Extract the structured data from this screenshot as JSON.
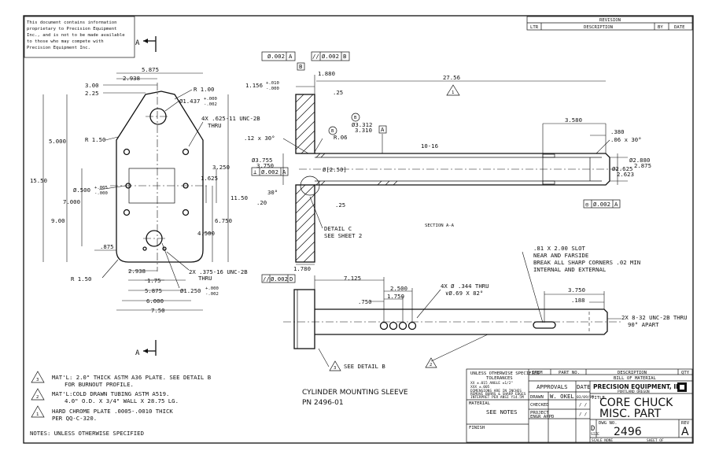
{
  "disclaimer": [
    "This document contains information",
    "proprietary to Precision Equipment",
    "Inc., and is not to be made available",
    "to those who may compete with",
    "Precision Equipment Inc."
  ],
  "revision_block": {
    "title": "REVISION",
    "columns": [
      "LTR",
      "DESCRIPTION",
      "BY",
      "DATE"
    ]
  },
  "section_markers": {
    "letter": "A"
  },
  "plate_view": {
    "dims": {
      "w_5875_top": "5.875",
      "w_2938_top": "2.938",
      "w_300": "3.00",
      "w_225": "2.25",
      "r_100": "R 1.00",
      "dia_1437": "Ø1.437",
      "dia_1437_tol_plus": "+.000",
      "dia_1437_tol_minus": "-.002",
      "holes_625": "4X .625-11 UNC-2B",
      "holes_625_thru": "THRU",
      "h_500": "5.000",
      "r_150_top": "R 1.50",
      "h_3250": "3.250",
      "h_1625": "1.625",
      "h_1550": "15.50",
      "dia_500": "Ø.500",
      "dia_500_tol_plus": "+.005",
      "dia_500_tol_minus": "-.000",
      "h_7000": "7.000",
      "h_1150": "11.50",
      "h_6750": "6.750",
      "h_900": "9.00",
      "h_4500": "4.500",
      "h_875": ".875",
      "holes_375": "2X .375-16 UNC-2B",
      "holes_375_thru": "THRU",
      "w_2938_bot": "2.938",
      "r_150_bot": "R 1.50",
      "w_175": "1.75",
      "dia_1250": "Ø1.250",
      "dia_1250_tol_plus": "+.000",
      "dia_1250_tol_minus": "-.002",
      "w_5875_bot": "5.875",
      "w_6000": "6.000",
      "w_750": "7.50"
    }
  },
  "section_view": {
    "label": "SECTION A-A",
    "fcf_top_left": [
      "Ø.002",
      "A"
    ],
    "fcf_top_mid": [
      "//",
      "Ø.002",
      "B"
    ],
    "datum_b": "B",
    "datum_a": "A",
    "fcf_left_perp": [
      "⊥",
      "Ø.002",
      "A"
    ],
    "fcf_right": [
      "Ø.002",
      "A"
    ],
    "dims": {
      "d_1880": "1.880",
      "d_1156": "1.156",
      "d_1156_tol_plus": "+.010",
      "d_1156_tol_minus": "-.000",
      "d_2756": "27.56",
      "d_25": ".25",
      "d_3312": "Ø3.312",
      "d_3310": "3.310",
      "r_06": "R.06",
      "d_12x30": ".12 x 30°",
      "d_3755": "Ø3.755",
      "d_3750": "3.750",
      "d_2500": "Ø[2.50]",
      "finish": "10-16",
      "d_3580": "3.580",
      "d_380": ".380",
      "d_06x30": ".06 x 30°",
      "d_2880": "Ø2.880",
      "d_2875": "2.875",
      "d_2625": "Ø2.625",
      "d_2623": "2.623",
      "a_30": "30°",
      "d_20": ".20",
      "d_25b": ".25",
      "d_1780": "1.780",
      "detail_c": "DETAIL C",
      "see_sheet": "SEE SHEET 2"
    },
    "balloons": {
      "b1": "B",
      "b2": "B",
      "note1": "1"
    }
  },
  "sleeve_view": {
    "fcf": [
      "//",
      "Ø.002",
      "D"
    ],
    "dims": {
      "d_7125": "7.125",
      "d_2500": "2.500",
      "d_1750": "1.750",
      "d_750": ".750",
      "holes": "4X Ø .344 THRU",
      "cbore": "∨Ø.69 X 82°",
      "slot_1": ".81 X 2.00 SLOT",
      "slot_2": "NEAR AND FARSIDE",
      "slot_3": "BREAK ALL SHARP CORNERS .02 MIN",
      "slot_4": "INTERNAL AND EXTERNAL",
      "d_3750": "3.750",
      "d_188": ".188",
      "tap_1": "2X 8-32 UNC-2B THRU",
      "tap_2": "90° APART"
    },
    "see_detail": "SEE DETAIL B",
    "balloon_3": "3",
    "balloon_2": "2"
  },
  "notes": [
    {
      "num": "3",
      "lines": [
        "MAT'L: 2.0\" THICK ASTM A36 PLATE.  SEE DETAIL B",
        "FOR BURNOUT PROFILE."
      ]
    },
    {
      "num": "2",
      "lines": [
        "MAT'L:COLD DRAWN TUBING ASTM A519.",
        "4.0\" O.D. X 3/4\" WALL X 28.75 LG."
      ]
    },
    {
      "num": "1",
      "lines": [
        "HARD CHROME PLATE .0005-.0010 THICK",
        "PER QQ-C-320."
      ]
    }
  ],
  "notes_footer": "NOTES: UNLESS OTHERWISE SPECIFIED",
  "part_caption": {
    "title": "CYLINDER MOUNTING SLEEVE",
    "pn": "PN 2496-01"
  },
  "title_block": {
    "tol_header": "UNLESS OTHERWISE SPECIFIED",
    "tol_sub": "TOLERANCES",
    "tol_lines": [
      "XX ±.015  ANGLE ±1/2°",
      "XXX ±.005",
      "DIMENSIONS ARE IN INCHES",
      "REMOVE BURRS & SHARP EDGES",
      "INTERPRET PER ANSI Y14.5M"
    ],
    "material_label": "MATERIAL",
    "material_value": "SEE NOTES",
    "finish_label": "FINISH",
    "approvals": "APPROVALS",
    "date": "DATE",
    "drawn": "DRAWN",
    "drawn_by": "W. OKEL",
    "drawn_date": "03/09/95",
    "checked": "CHECKED",
    "project": "PROJECT",
    "eng_appd": "ENGR APPD",
    "slash": "/ /",
    "item": "ITEM",
    "part_no": "PART NO.",
    "description": "DESCRIPTION",
    "qty": "QTY",
    "bom": "BILL OF MATERIAL",
    "company": "PRECISION EQUIPMENT, INC.",
    "company_city": "PORTLAND OREGON",
    "title_label": "TITLE",
    "title_1": "CORE CHUCK",
    "title_2": "MISC. PART",
    "size_label": "SIZE",
    "size": "D",
    "dwg_label": "DWG NO.",
    "dwg_no": "2496",
    "rev_label": "REV",
    "rev": "A",
    "scale_label": "SCALE NONE",
    "sheet_label": "SHEET   OF"
  }
}
